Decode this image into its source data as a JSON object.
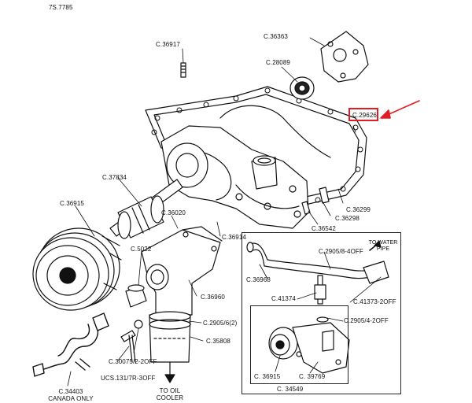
{
  "doc_id": "7S.7785",
  "highlight_color": "#e11d24",
  "labels": {
    "c36917": "C.36917",
    "c36363": "C.36363",
    "c28089": "C.28089",
    "c29626": "C.29626",
    "c37834": "C.37834",
    "c36915": "C.36915",
    "c36020": "C.36020",
    "c36299": "C.36299",
    "c36298": "C.36298",
    "c36542": "C.36542",
    "c36914": "C.36914",
    "c5022": "C.5022",
    "c36960": "C.36960",
    "c2905_6_2": "C.2905/6(2)",
    "c35808": "C.35808",
    "c30075_2_off": "C.30075/2-2OFF",
    "ucs131_7r_3off": "UCS.131/7R-3OFF",
    "c34403": "C.34403",
    "canada_only": "CANADA ONLY",
    "to_oil_cooler_1": "TO OIL",
    "to_oil_cooler_2": "COOLER",
    "to_water_pipe_1": "TO WATER",
    "to_water_pipe_2": "PIPE",
    "c2905_8_4off": "C.2905/8-4OFF",
    "c36968": "C.36968",
    "c41374": "C.41374",
    "c41373_2off": "C.41373-2OFF",
    "c2905_4_2off": "C.2905/4-2OFF",
    "c36915_inset": "C. 36915",
    "c39769": "C. 39769",
    "c34549": "C. 34549"
  }
}
